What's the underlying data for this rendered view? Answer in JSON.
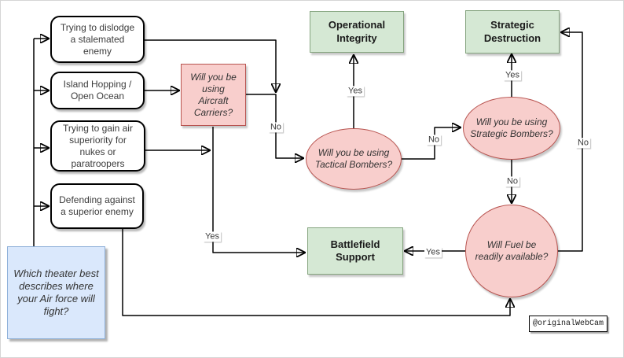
{
  "note": {
    "text": "Which theater best describes where your Air force will fight?"
  },
  "theaters": [
    {
      "label": "Trying to dislodge a stalemated enemy"
    },
    {
      "label": "Island Hopping / Open Ocean"
    },
    {
      "label": "Trying to gain air superiority for nukes or paratroopers"
    },
    {
      "label": "Defending against a superior enemy"
    }
  ],
  "questions": {
    "aircraft_carriers": {
      "label": "Will you be using Aircraft Carriers?"
    },
    "tactical_bombers": {
      "label": "Will you be using Tactical Bombers?"
    },
    "strategic_bombers": {
      "label": "Will you be using Strategic Bombers?"
    },
    "fuel": {
      "label": "Will Fuel be readily available?"
    }
  },
  "outcomes": {
    "operational_integrity": {
      "label": "Operational Integrity"
    },
    "strategic_destruction": {
      "label": "Strategic Destruction"
    },
    "battlefield_support": {
      "label": "Battlefield Support"
    }
  },
  "edge_labels": {
    "yes": "Yes",
    "no": "No"
  },
  "watermark": {
    "text": "@originalWebCam"
  },
  "colors": {
    "question_fill": "#f8cecc",
    "question_border": "#b85450",
    "outcome_fill": "#d5e8d4",
    "outcome_border": "#85a47f",
    "note_fill": "#dae8fc",
    "note_border": "#8fb1d9",
    "theater_fill": "#ffffff",
    "theater_border": "#000000",
    "line": "#000000"
  }
}
